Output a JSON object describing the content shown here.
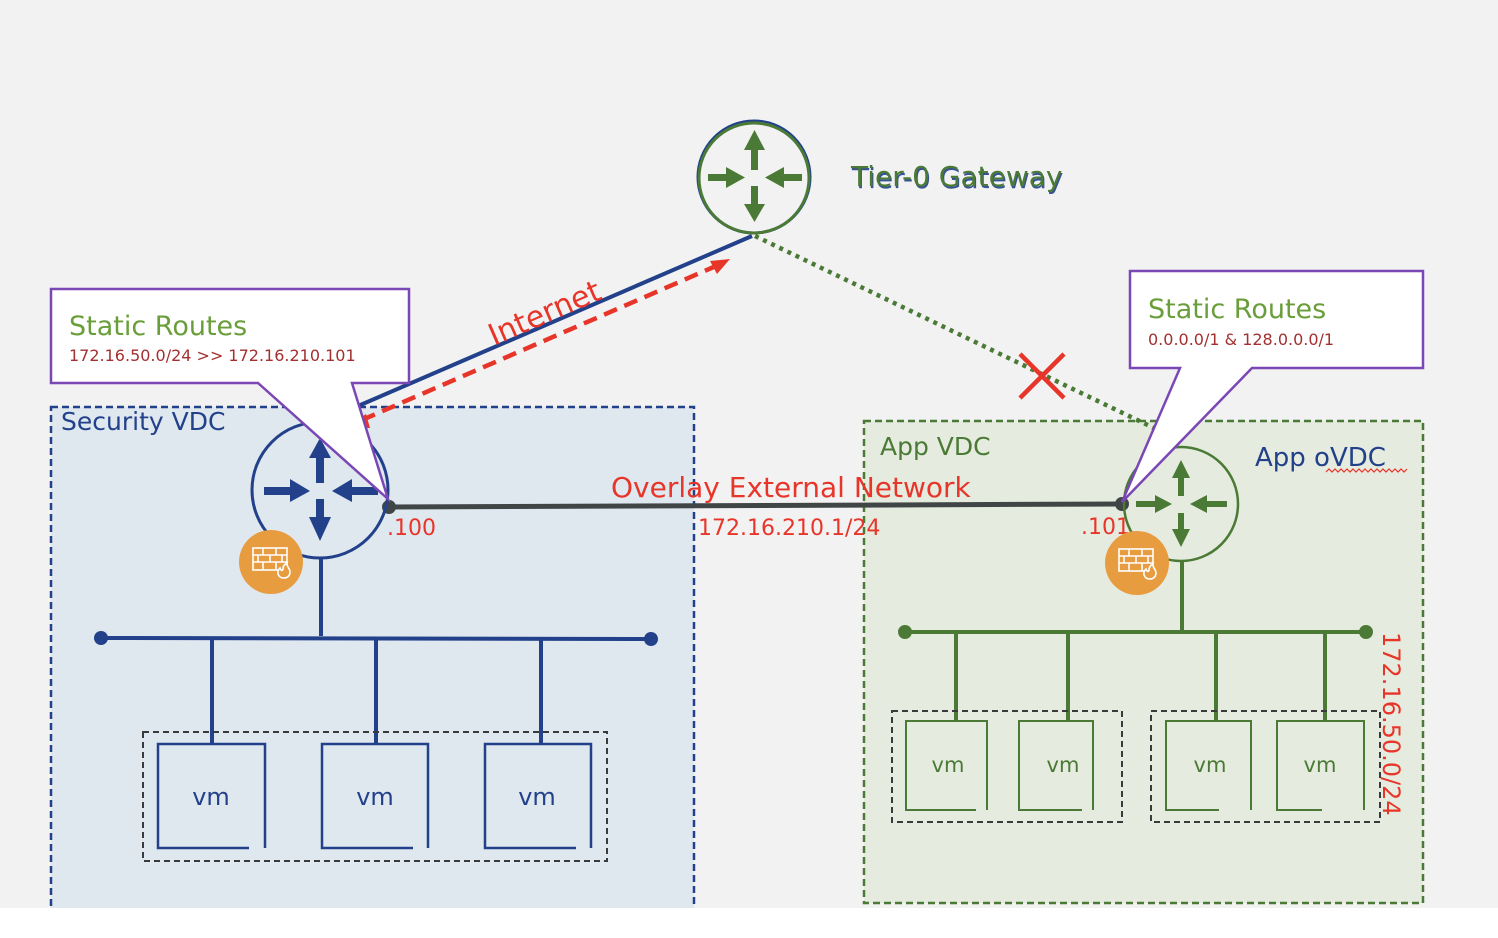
{
  "diagram": {
    "tier0": {
      "label": "Tier-0 Gateway"
    },
    "security_vdc": {
      "label": "Security VDC",
      "router_ip": ".100",
      "vms": [
        "vm",
        "vm",
        "vm"
      ],
      "callout": {
        "title": "Static Routes",
        "route": "172.16.50.0/24 >> 172.16.210.101"
      }
    },
    "app_vdc": {
      "label": "App VDC",
      "ovdc_label": "App oVDC",
      "router_ip": ".101",
      "subnet": "172.16.50.0/24",
      "vms": [
        "vm",
        "vm",
        "vm",
        "vm"
      ],
      "callout": {
        "title": "Static Routes",
        "route": "0.0.0.0/1 & 128.0.0.0/1"
      }
    },
    "overlay": {
      "label": "Overlay External Network",
      "subnet": "172.16.210.1/24"
    },
    "internet_label": "Internet",
    "blocked_path": "x-mark",
    "colors": {
      "blue": "#22418a",
      "green": "#4a7a35",
      "red": "#e8352a",
      "purple": "#7b47b5",
      "orange": "#e89c40",
      "callout_title": "#6a9e3a",
      "callout_route": "#a33030"
    }
  }
}
